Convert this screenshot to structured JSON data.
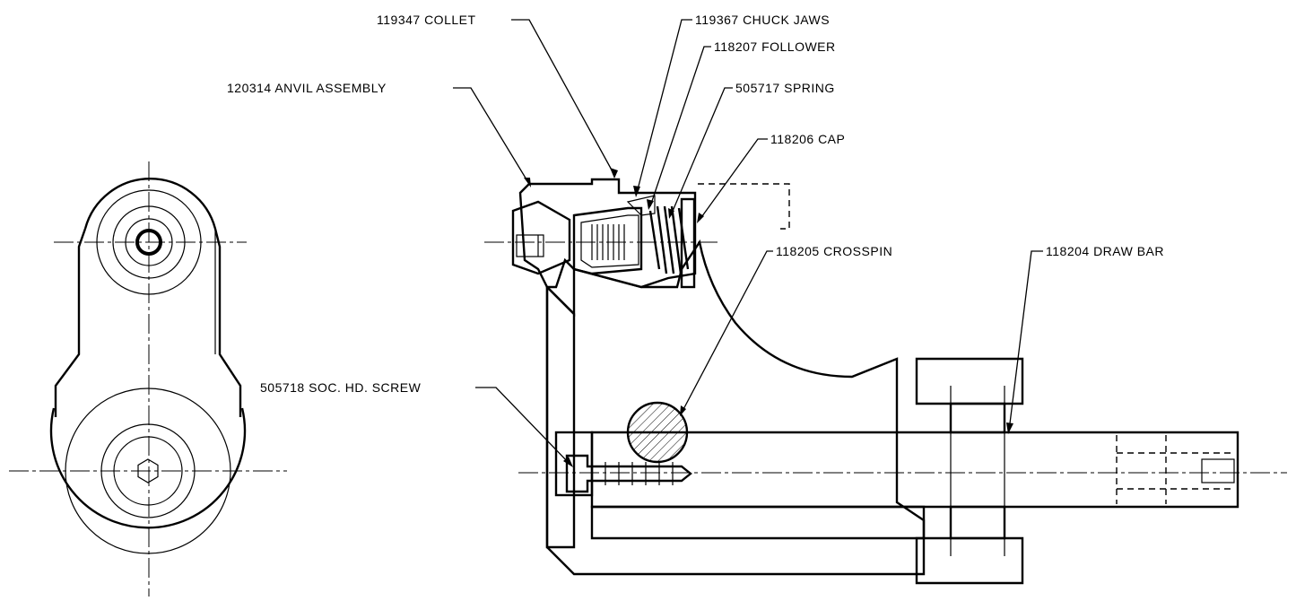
{
  "labels": {
    "collet": "119347 COLLET",
    "chuck_jaws": "119367 CHUCK JAWS",
    "follower": "118207 FOLLOWER",
    "anvil_assembly": "120314 ANVIL ASSEMBLY",
    "spring": "505717 SPRING",
    "cap": "118206 CAP",
    "crosspin": "118205 CROSSPIN",
    "draw_bar": "118204 DRAW BAR",
    "soc_hd_screw": "505718 SOC. HD. SCREW"
  }
}
